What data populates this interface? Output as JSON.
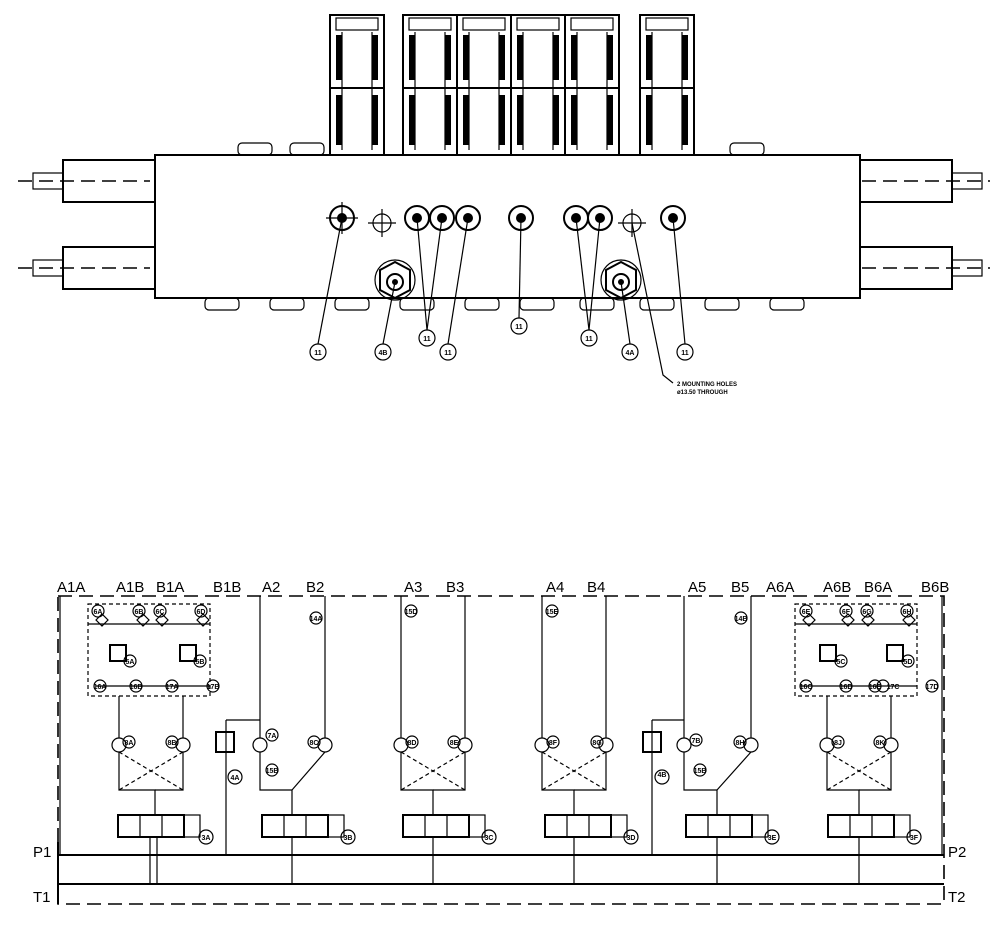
{
  "assembly_view": {
    "callouts": [
      "11",
      "11",
      "11",
      "11",
      "11",
      "11",
      "4B",
      "4A"
    ],
    "note_lines": [
      "2 MOUNTING HOLES",
      "ø13.50 THROUGH"
    ]
  },
  "schematic": {
    "port_labels": [
      "A1A",
      "A1B",
      "B1A",
      "B1B",
      "A2",
      "B2",
      "A3",
      "B3",
      "A4",
      "B4",
      "A5",
      "B5",
      "A6A",
      "A6B",
      "B6A",
      "B6B"
    ],
    "supply_labels": [
      "P1",
      "P2",
      "T1",
      "T2"
    ],
    "valve_callouts": [
      "3A",
      "3B",
      "3C",
      "3D",
      "3E",
      "3F"
    ],
    "check_callouts": [
      "8A",
      "8B",
      "8C",
      "8D",
      "8E",
      "8F",
      "8G",
      "8H",
      "8J",
      "8K"
    ],
    "relief_callouts": [
      "4A",
      "4B"
    ],
    "misc_callouts": [
      "14A",
      "15D",
      "15E",
      "14B",
      "7A",
      "7B",
      "15B",
      "15B",
      "5A",
      "5B",
      "5C",
      "5D",
      "6A",
      "6B",
      "6C",
      "6D",
      "6E",
      "6F",
      "6G",
      "6H",
      "16A",
      "16B",
      "16C",
      "16D",
      "16E",
      "17A",
      "17B",
      "17C",
      "17D"
    ]
  }
}
